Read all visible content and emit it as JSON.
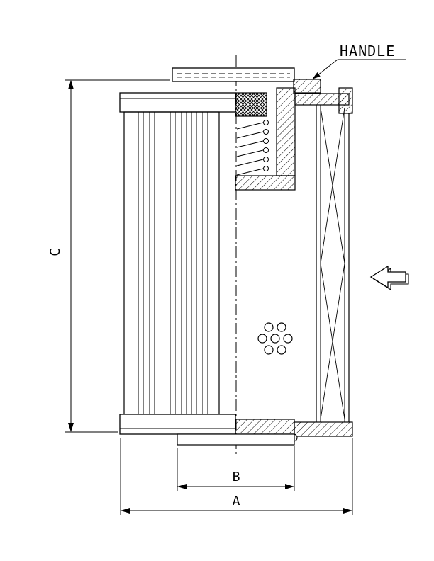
{
  "drawing": {
    "callout_handle": "HANDLE",
    "dim_a": "A",
    "dim_b": "B",
    "dim_c": "C",
    "line_color": "#000000",
    "background_color": "#ffffff",
    "flow_arrow_direction": "left"
  }
}
